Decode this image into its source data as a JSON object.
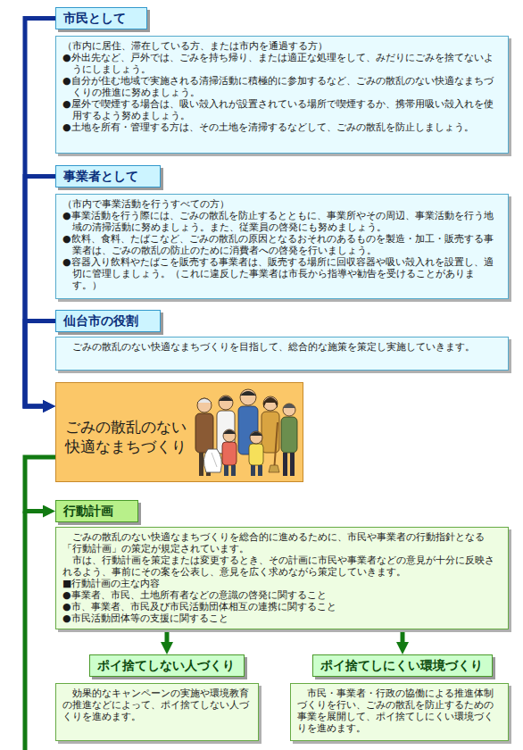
{
  "diagram": {
    "nodes": [
      {
        "text": [
          "市民として"
        ]
      },
      {
        "text": [
          "（市内に居住、滞在している方、または市内を通過する方）",
          "●外出先など、戸外では、ごみを持ち帰り、または適正な処理をして、みだりにごみを捨てないようにしましょう。",
          "●自分が住む地域で実施される清掃活動に積極的に参加するなど、ごみの散乱のない快適なまちづくりの推進に努めましょう。",
          "●屋外で喫煙する場合は、吸い殻入れが設置されている場所で喫煙するか、携帯用吸い殻入れを使用するよう努めましょう。",
          "●土地を所有・管理する方は、その土地を清掃するなどして、ごみの散乱を防止しましょう。"
        ]
      },
      {
        "text": [
          "事業者として"
        ]
      },
      {
        "text": [
          "（市内で事業活動を行うすべての方）",
          "●事業活動を行う際には、ごみの散乱を防止するとともに、事業所やその周辺、事業活動を行う地域の清掃活動に努めましょう。また、従業員の啓発にも努めましょう。",
          "●飲料、食料、たばこなど、ごみの散乱の原因となるおそれのあるものを製造・加工・販売する事業者は、ごみの散乱の防止のために消費者への啓発を行いましょう。",
          "●容器入り飲料やたばこを販売する事業者は、販売する場所に回収容器や吸い殻入れを設置し、適切に管理しましょう。（これに違反した事業者は市長から指導や勧告を受けることがあります。）"
        ]
      },
      {
        "text": [
          "仙台市の役割"
        ]
      },
      {
        "text": [
          "ごみの散乱のない快適なまちづくりを目指して、総合的な施策を策定し実施していきます。"
        ]
      },
      {
        "text": [
          "ごみの散乱のない快適なまちづくり"
        ]
      },
      {
        "text": [
          "行動計画"
        ]
      },
      {
        "text": [
          "ごみの散乱のない快適なまちづくりを総合的に進めるために、市民や事業者の行動指針となる「行動計画」の策定が規定されています。",
          "市は、行動計画を策定または変更するとき、その計画に市民や事業者などの意見が十分に反映されるよう、事前にその案を公表し、意見を広く求めながら策定していきます。",
          "■行動計画の主な内容",
          "●事業者、市民、土地所有者などの意識の啓発に関すること",
          "●市、事業者、市民及び市民活動団体相互の連携に関すること",
          "●市民活動団体等の支援に関すること"
        ]
      },
      {
        "text": [
          "ポイ捨てしない人づくり"
        ]
      },
      {
        "text": [
          "効果的なキャンペーンの実施や環境教育の推進などによって、ポイ捨てしない人づくりを進めます。"
        ]
      },
      {
        "text": [
          "ポイ捨てしにくい環境づくり"
        ]
      },
      {
        "text": [
          "市民・事業者・行政の協働による推進体制づくりを行い、ごみの散乱を防止するための事業を展開して、ポイ捨てしにくい環境づくりを進めます。"
        ]
      }
    ],
    "edges": [
      {
        "from": 0,
        "to": 6,
        "arrow": "to"
      },
      {
        "from": 2,
        "to": 6,
        "arrow": "to"
      },
      {
        "from": 4,
        "to": 6,
        "arrow": "to"
      },
      {
        "from": 6,
        "to": 7,
        "arrow": "to"
      },
      {
        "from": 8,
        "to": 9,
        "arrow": "to"
      },
      {
        "from": 8,
        "to": 11,
        "arrow": "to"
      }
    ]
  }
}
